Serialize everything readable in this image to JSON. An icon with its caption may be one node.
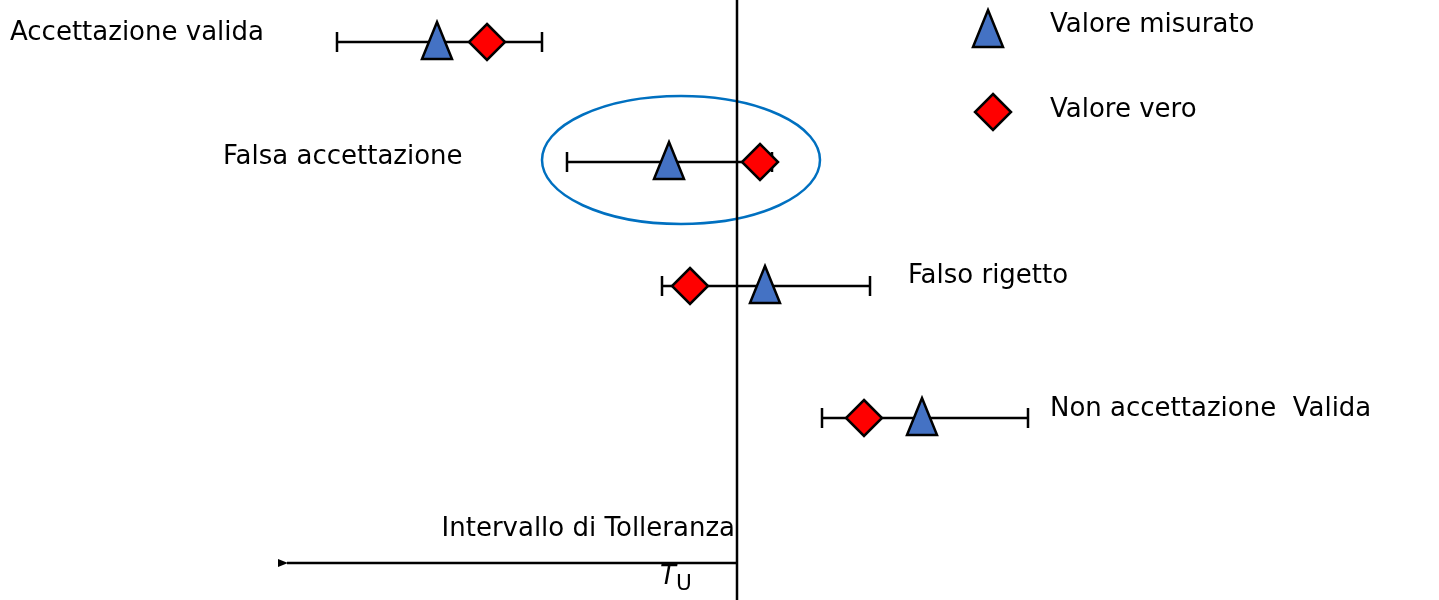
{
  "diagram": {
    "labels": [
      "Accettazione valida",
      "Falsa accettazione",
      "Falso rigetto",
      "Non accettazione  Valida",
      "Intervallo di Tolleranza",
      "*T*$_{U}$"
    ],
    "legend": [
      {
        "text": "Valore misurato"
      },
      {
        "text": "Valore vero"
      }
    ]
  }
}
